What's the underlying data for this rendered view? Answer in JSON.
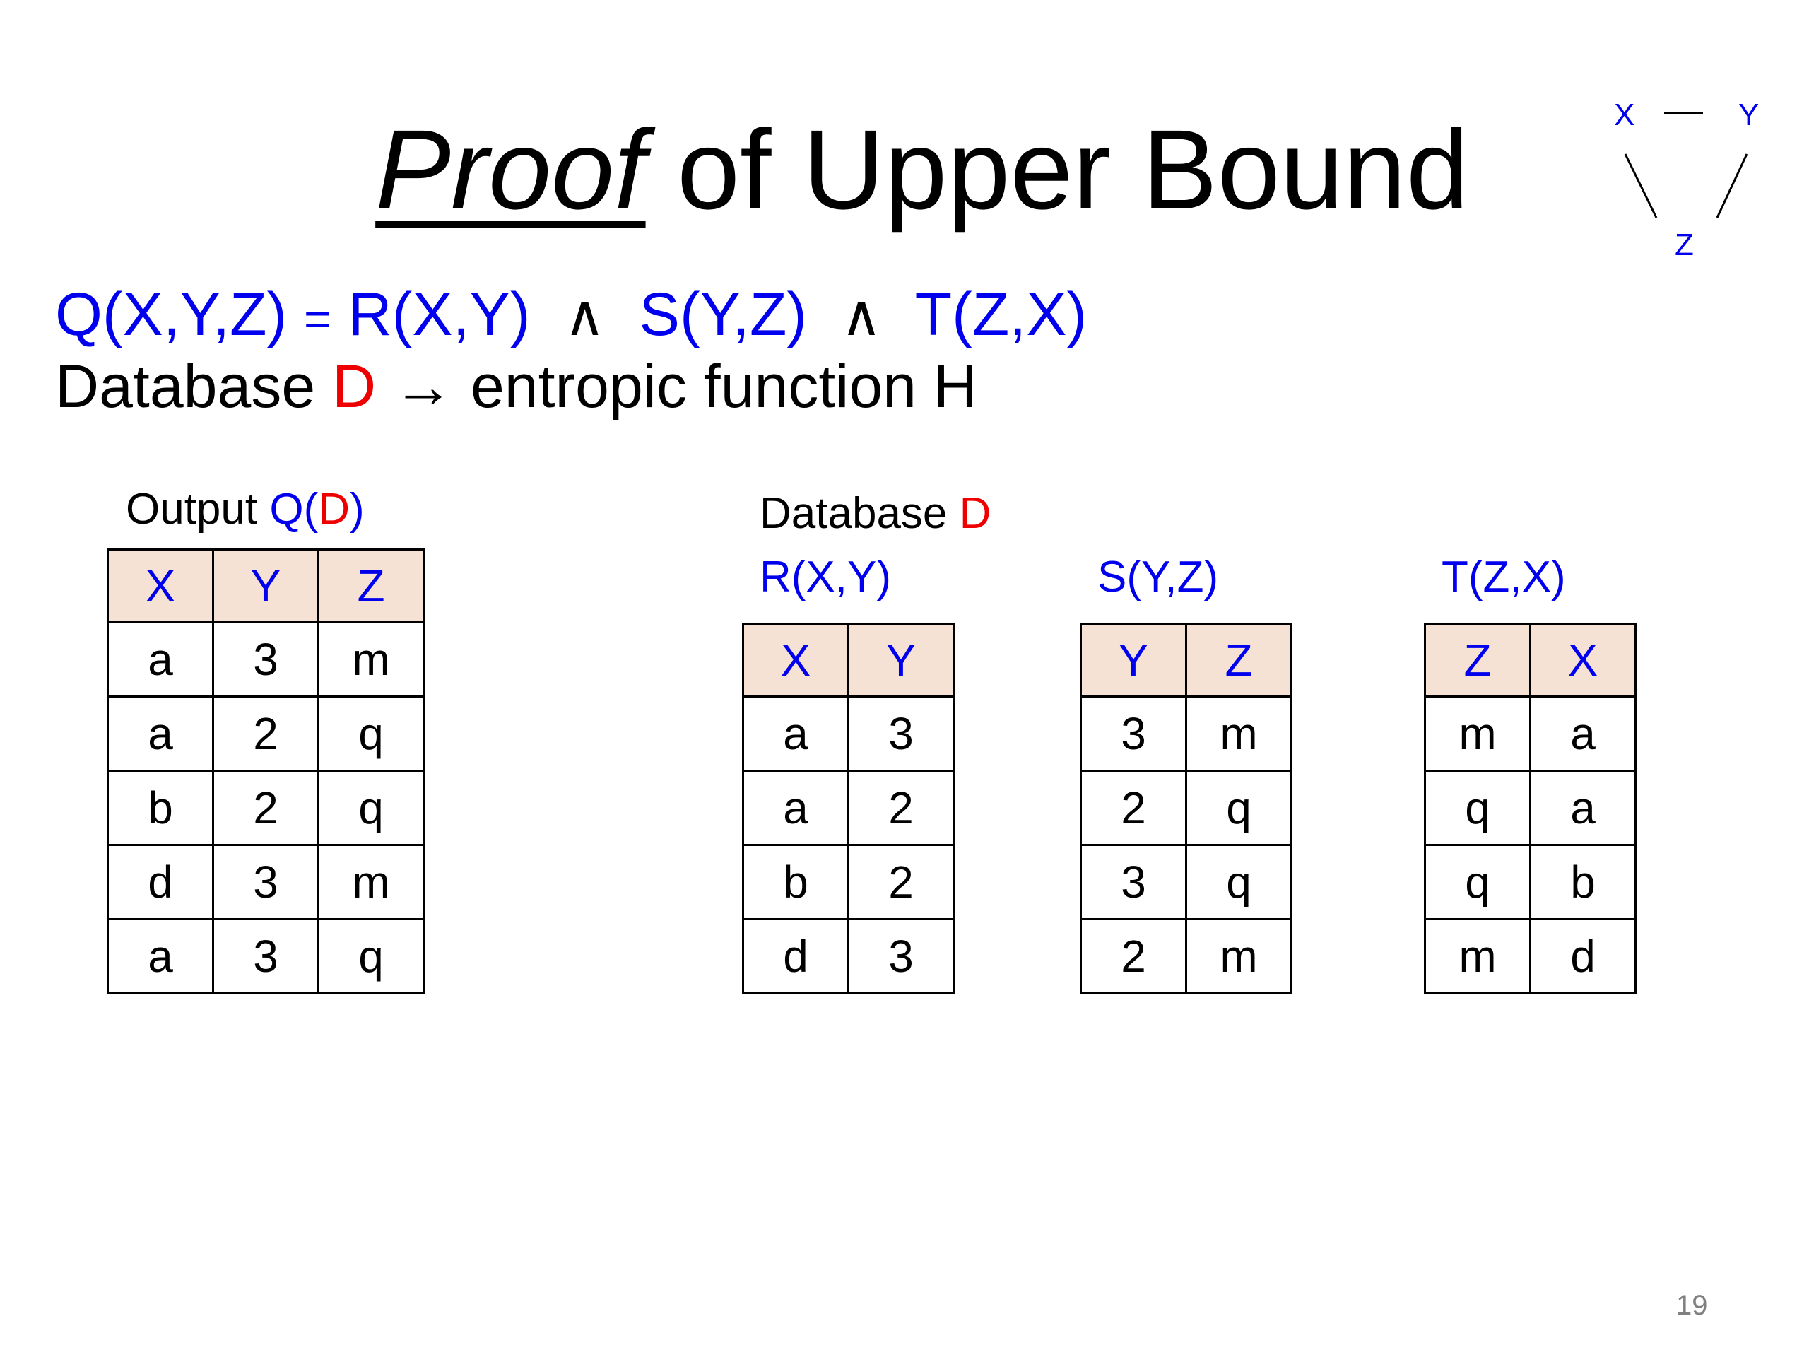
{
  "title": {
    "emphasis": "Proof",
    "rest": " of Upper Bound"
  },
  "graph": {
    "nodes": [
      "X",
      "Y",
      "Z"
    ]
  },
  "query": {
    "head": "Q(X,Y,Z)",
    "equals": "=",
    "atom1": "R(X,Y)",
    "and1": "∧",
    "atom2": "S(Y,Z)",
    "and2": "∧",
    "atom3": "T(Z,X)"
  },
  "entropy_line": {
    "prefix": "Database ",
    "db": "D",
    "arrow": " → ",
    "suffix": "entropic function H"
  },
  "output": {
    "caption_prefix": "Output ",
    "caption_q": "Q(",
    "caption_d": "D",
    "caption_close": ")",
    "headers": [
      "X",
      "Y",
      "Z"
    ],
    "rows": [
      [
        "a",
        "3",
        "m"
      ],
      [
        "a",
        "2",
        "q"
      ],
      [
        "b",
        "2",
        "q"
      ],
      [
        "d",
        "3",
        "m"
      ],
      [
        "a",
        "3",
        "q"
      ]
    ]
  },
  "database": {
    "caption_prefix": "Database ",
    "caption_d": "D"
  },
  "R": {
    "name": "R(X,Y)",
    "headers": [
      "X",
      "Y"
    ],
    "rows": [
      [
        "a",
        "3"
      ],
      [
        "a",
        "2"
      ],
      [
        "b",
        "2"
      ],
      [
        "d",
        "3"
      ]
    ]
  },
  "S": {
    "name": "S(Y,Z)",
    "headers": [
      "Y",
      "Z"
    ],
    "rows": [
      [
        "3",
        "m"
      ],
      [
        "2",
        "q"
      ],
      [
        "3",
        "q"
      ],
      [
        "2",
        "m"
      ]
    ]
  },
  "T": {
    "name": "T(Z,X)",
    "headers": [
      "Z",
      "X"
    ],
    "rows": [
      [
        "m",
        "a"
      ],
      [
        "q",
        "a"
      ],
      [
        "q",
        "b"
      ],
      [
        "m",
        "d"
      ]
    ]
  },
  "page_number": "19",
  "colors": {
    "blue": "#0000ee",
    "red": "#ee0000",
    "header_fill": "#f6e2d4"
  }
}
